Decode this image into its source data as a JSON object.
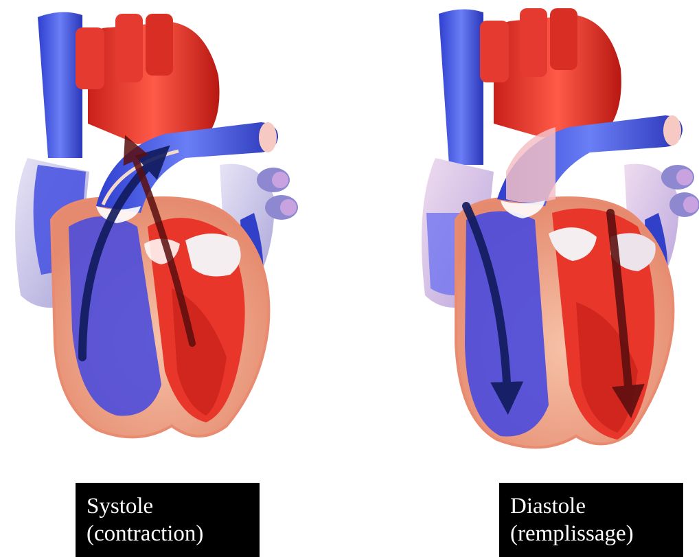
{
  "colors": {
    "deoxygenated": "#3b4fe0",
    "oxygenated": "#e0332b",
    "myocardium": "#f2a98f",
    "caption_bg": "#000000",
    "caption_text": "#ffffff"
  },
  "panels": [
    {
      "id": "systole",
      "caption_line1": "Systole",
      "caption_line2": "(contraction)"
    },
    {
      "id": "diastole",
      "caption_line1": "Diastole",
      "caption_line2": "(remplissage)"
    }
  ]
}
